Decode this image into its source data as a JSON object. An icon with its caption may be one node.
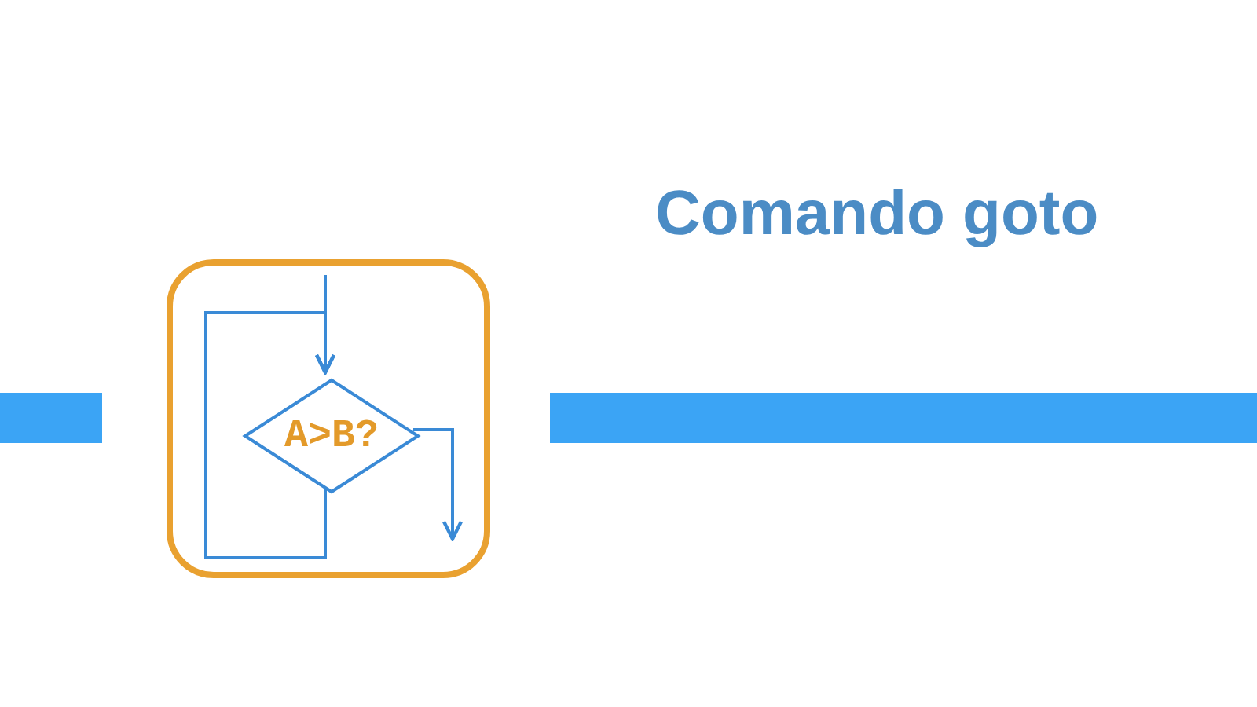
{
  "diagram": {
    "title": "Comando goto",
    "nodes": [
      {
        "text": [],
        "shape": "bar"
      },
      {
        "text": [],
        "shape": "box"
      },
      {
        "text": [
          "A>B?"
        ],
        "in": 1
      },
      {
        "text": [],
        "shape": "bar"
      }
    ],
    "edges": [
      {
        "from": null,
        "to": 2,
        "arrow": "to"
      },
      {
        "from": 2,
        "to": 2,
        "arrow": "to"
      },
      {
        "from": 2,
        "to": null,
        "arrow": "to"
      }
    ]
  }
}
